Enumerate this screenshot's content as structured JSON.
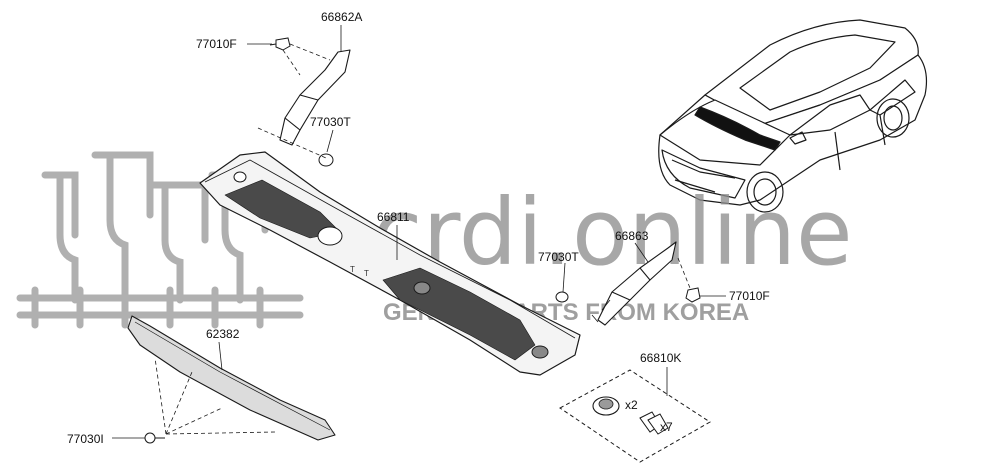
{
  "diagram": {
    "part_labels": {
      "p66862A": "66862A",
      "p77010F_top": "77010F",
      "p77030T_top": "77030T",
      "p66811": "66811",
      "p77030T_right": "77030T",
      "p66863": "66863",
      "p77010F_right": "77010F",
      "p62382": "62382",
      "p66810K": "66810K",
      "p77030I": "77030I"
    },
    "quantities": {
      "grommet": "x2",
      "clip": "x7"
    }
  },
  "watermark": {
    "brand": "crdi.online",
    "tagline": "GENUINE PARTS FROM KOREA",
    "color": "#8f8f8f"
  },
  "colors": {
    "line": "#1a1a1a",
    "mesh": "#4a4a4a",
    "strip": "#dcdcdc"
  }
}
